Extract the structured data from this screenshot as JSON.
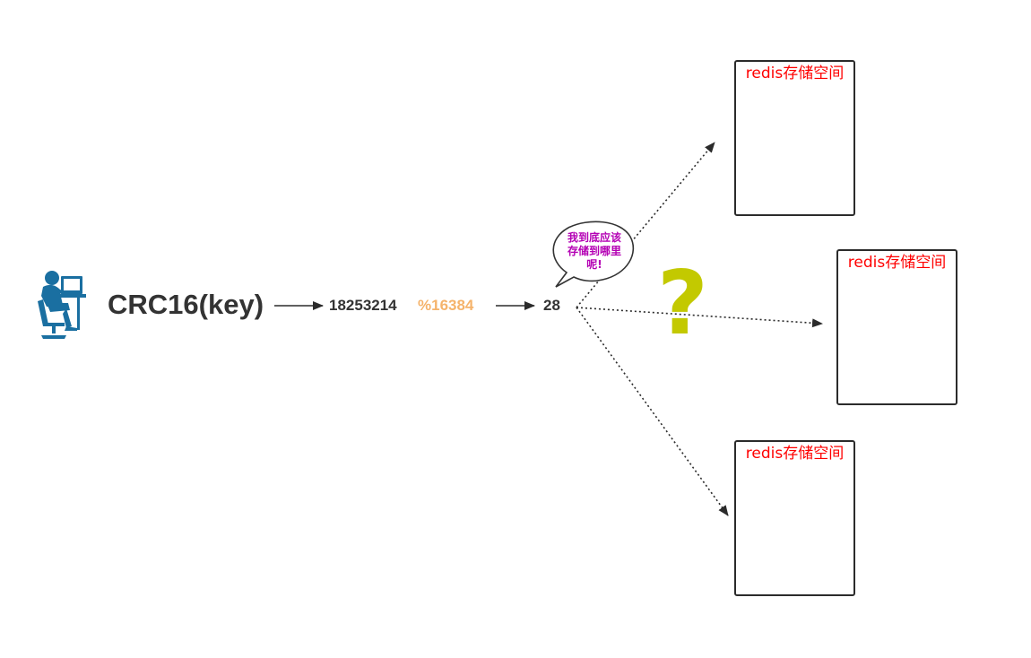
{
  "diagram": {
    "user_icon": "user-at-computer-icon",
    "formula": "CRC16(key)",
    "hash_value": "18253214",
    "modulo": "%16384",
    "slot": "28",
    "speech_bubble": [
      "我到底应该",
      "存储到哪里",
      "呢!"
    ],
    "question_mark": "?",
    "storage_nodes": [
      {
        "label": "redis存储空间"
      },
      {
        "label": "redis存储空间"
      },
      {
        "label": "redis存储空间"
      }
    ]
  },
  "colors": {
    "icon": "#1a6fa1",
    "text": "#333333",
    "modulo": "#f5b36b",
    "bubble_text": "#b400b4",
    "question_mark": "#c3c900",
    "storage_label": "#ff0000",
    "line": "#2b2b2b"
  }
}
